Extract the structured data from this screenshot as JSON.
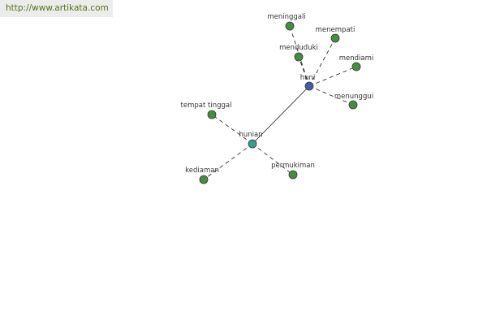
{
  "source_url": "http://www.artikata.com",
  "colors": {
    "root_node": "#4a5aa8",
    "hub_node": "#3f9a8a",
    "leaf_node": "#4a8a45",
    "source_text": "#566f1a"
  },
  "nodes": [
    {
      "id": "huni",
      "label": "huni",
      "kind": "root"
    },
    {
      "id": "hunian",
      "label": "hunian",
      "kind": "hub"
    },
    {
      "id": "meninggali",
      "label": "meninggali",
      "kind": "leaf"
    },
    {
      "id": "menempati",
      "label": "menempati",
      "kind": "leaf"
    },
    {
      "id": "menduduki",
      "label": "menduduki",
      "kind": "leaf"
    },
    {
      "id": "mendiami",
      "label": "mendiami",
      "kind": "leaf"
    },
    {
      "id": "menunggui",
      "label": "menunggui",
      "kind": "leaf"
    },
    {
      "id": "tempat-tinggal",
      "label": "tempat tinggal",
      "kind": "leaf"
    },
    {
      "id": "kediaman",
      "label": "kediaman",
      "kind": "leaf"
    },
    {
      "id": "permukiman",
      "label": "permukiman",
      "kind": "leaf"
    }
  ],
  "edges": [
    {
      "from": "huni",
      "to": "hunian",
      "style": "solid"
    },
    {
      "from": "huni",
      "to": "meninggali",
      "style": "dashed"
    },
    {
      "from": "huni",
      "to": "menempati",
      "style": "dashed"
    },
    {
      "from": "huni",
      "to": "menduduki",
      "style": "dashed"
    },
    {
      "from": "huni",
      "to": "mendiami",
      "style": "dashed"
    },
    {
      "from": "huni",
      "to": "menunggui",
      "style": "dashed"
    },
    {
      "from": "hunian",
      "to": "tempat-tinggal",
      "style": "dashed"
    },
    {
      "from": "hunian",
      "to": "kediaman",
      "style": "dashed"
    },
    {
      "from": "hunian",
      "to": "permukiman",
      "style": "dashed"
    }
  ]
}
